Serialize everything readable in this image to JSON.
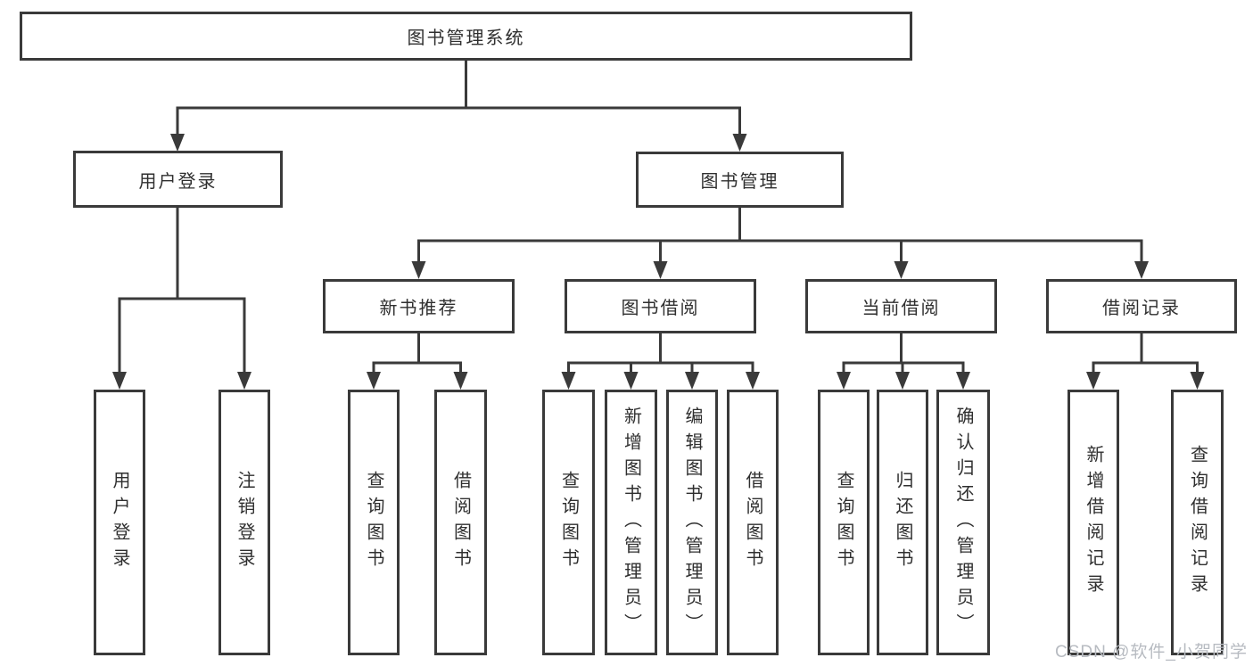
{
  "diagram": {
    "nodes": {
      "root": "图书管理系统",
      "user_login": "用户登录",
      "book_management": "图书管理",
      "new_book_recommend": "新书推荐",
      "book_borrow": "图书借阅",
      "current_borrow": "当前借阅",
      "borrow_records": "借阅记录",
      "leaf_user_login": "用户登录",
      "leaf_logout": "注销登录",
      "leaf_newbooks_query": "查询图书",
      "leaf_newbooks_borrow": "借阅图书",
      "leaf_borrow_query": "查询图书",
      "leaf_borrow_add": "新增图书（管理员）",
      "leaf_borrow_edit": "编辑图书（管理员）",
      "leaf_borrow_borrow": "借阅图书",
      "leaf_current_query": "查询图书",
      "leaf_current_return": "归还图书",
      "leaf_current_confirm": "确认归还（管理员）",
      "leaf_records_add": "新增借阅记录",
      "leaf_records_query": "查询借阅记录"
    }
  },
  "watermark": {
    "text": "CSDN @软件_小贺同学"
  },
  "colors": {
    "line": "#3a3a3a",
    "text": "#2f2f2f",
    "watermark": "#b7bbc1",
    "background": "#ffffff"
  }
}
